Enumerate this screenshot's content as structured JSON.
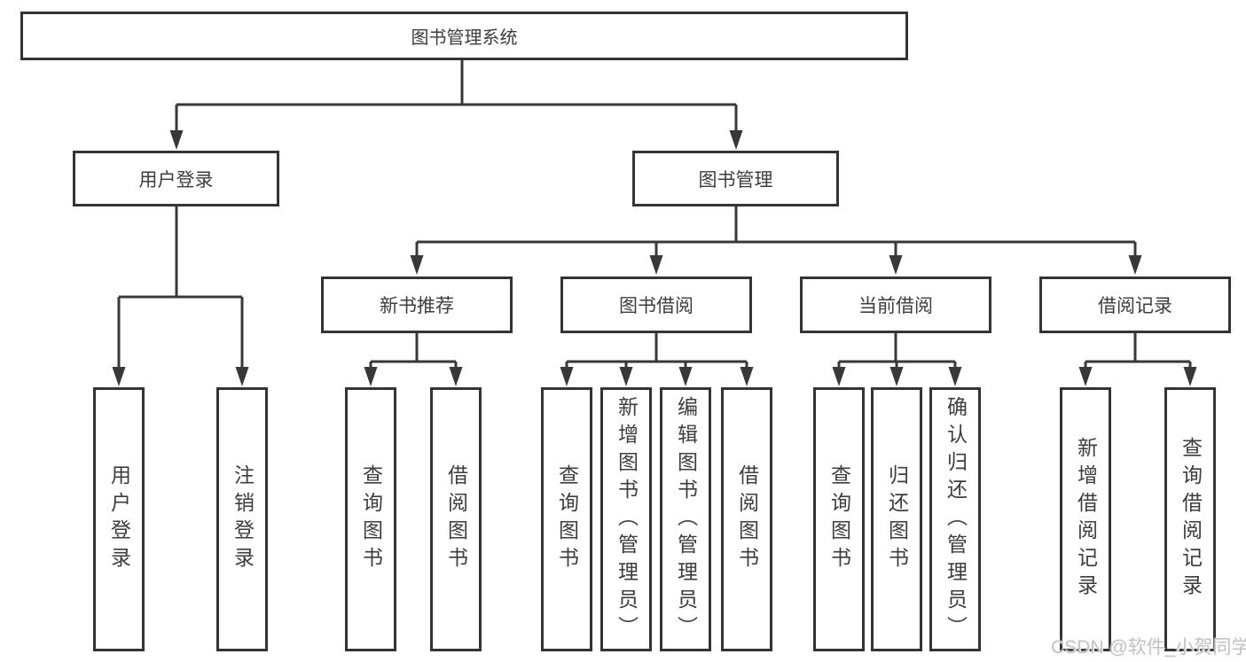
{
  "tree": {
    "root": "图书管理系统",
    "level1": {
      "user_login": "用户登录",
      "book_mgmt": "图书管理"
    },
    "level2": {
      "new_books": "新书推荐",
      "book_borrow": "图书借阅",
      "current_borrow": "当前借阅",
      "borrow_records": "借阅记录"
    },
    "leaves": {
      "login": "用户登录",
      "logout": "注销登录",
      "nb_query": "查询图书",
      "nb_borrow": "借阅图书",
      "bb_query": "查询图书",
      "bb_add": "新增图书（管理员）",
      "bb_edit": "编辑图书（管理员）",
      "bb_borrow": "借阅图书",
      "cb_query": "查询图书",
      "cb_return": "归还图书",
      "cb_confirm": "确认归还（管理员）",
      "br_add": "新增借阅记录",
      "br_query": "查询借阅记录"
    }
  },
  "watermark": "CSDN @软件_小贺同学",
  "colors": {
    "line": "#383838",
    "border": "#343434",
    "text": "#3d3d3d",
    "watermark": "#c3c3c3",
    "background": "#ffffff"
  }
}
